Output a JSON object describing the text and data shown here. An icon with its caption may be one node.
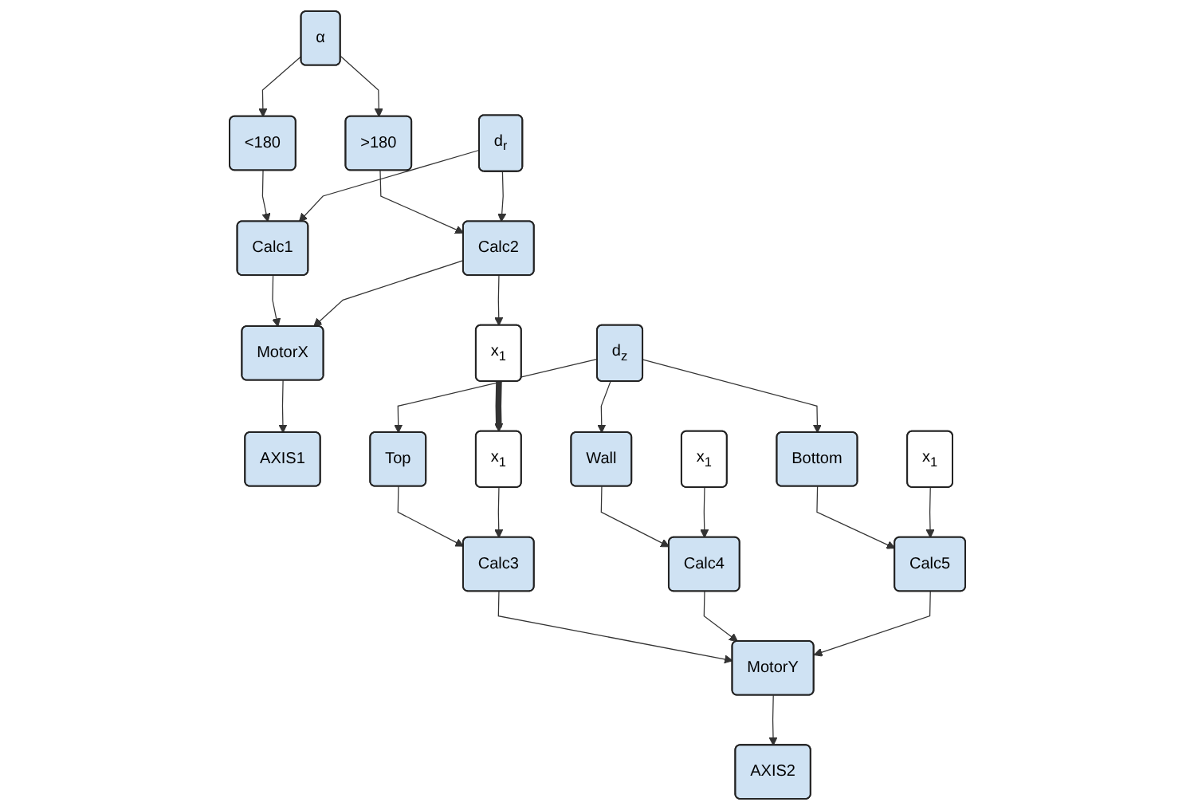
{
  "diagram": {
    "nodes": [
      {
        "text": [
          "α"
        ]
      },
      {
        "text": [
          "<180"
        ]
      },
      {
        "text": [
          ">180"
        ]
      },
      {
        "text": [
          "d$_{r}$"
        ]
      },
      {
        "text": [
          "Calc1"
        ]
      },
      {
        "text": [
          "Calc2"
        ]
      },
      {
        "text": [
          "MotorX"
        ]
      },
      {
        "text": [
          "AXIS1"
        ]
      },
      {
        "text": [
          "x$_{1}$"
        ]
      },
      {
        "text": [
          "d$_{z}$"
        ]
      },
      {
        "text": [
          "Top"
        ]
      },
      {
        "text": [
          "Wall"
        ]
      },
      {
        "text": [
          "Bottom"
        ]
      },
      {
        "text": [
          "x$_{1}$"
        ]
      },
      {
        "text": [
          "x$_{1}$"
        ]
      },
      {
        "text": [
          "x$_{1}$"
        ]
      },
      {
        "text": [
          "Calc3"
        ]
      },
      {
        "text": [
          "Calc4"
        ]
      },
      {
        "text": [
          "Calc5"
        ]
      },
      {
        "text": [
          "MotorY"
        ]
      },
      {
        "text": [
          "AXIS2"
        ]
      }
    ],
    "edges": [
      {
        "from": 0,
        "to": 1,
        "arrow": "to"
      },
      {
        "from": 0,
        "to": 2,
        "arrow": "to"
      },
      {
        "from": 1,
        "to": 4,
        "arrow": "to"
      },
      {
        "from": 2,
        "to": 5,
        "arrow": "to"
      },
      {
        "from": 3,
        "to": 4,
        "arrow": "to"
      },
      {
        "from": 3,
        "to": 5,
        "arrow": "to"
      },
      {
        "from": 4,
        "to": 6,
        "arrow": "to"
      },
      {
        "from": 5,
        "to": 6,
        "arrow": "to"
      },
      {
        "from": 5,
        "to": 8,
        "arrow": "to"
      },
      {
        "from": 6,
        "to": 7,
        "arrow": "to"
      },
      {
        "from": 8,
        "to": 13,
        "arrow": "to",
        "style": "thick"
      },
      {
        "from": 9,
        "to": 10,
        "arrow": "to"
      },
      {
        "from": 9,
        "to": 11,
        "arrow": "to"
      },
      {
        "from": 9,
        "to": 12,
        "arrow": "to"
      },
      {
        "from": 10,
        "to": 16,
        "arrow": "to"
      },
      {
        "from": 13,
        "to": 16,
        "arrow": "to"
      },
      {
        "from": 11,
        "to": 17,
        "arrow": "to"
      },
      {
        "from": 14,
        "to": 17,
        "arrow": "to"
      },
      {
        "from": 12,
        "to": 18,
        "arrow": "to"
      },
      {
        "from": 15,
        "to": 18,
        "arrow": "to"
      },
      {
        "from": 16,
        "to": 19,
        "arrow": "to"
      },
      {
        "from": 17,
        "to": 19,
        "arrow": "to"
      },
      {
        "from": 18,
        "to": 19,
        "arrow": "to"
      },
      {
        "from": 19,
        "to": 20,
        "arrow": "to"
      }
    ]
  }
}
